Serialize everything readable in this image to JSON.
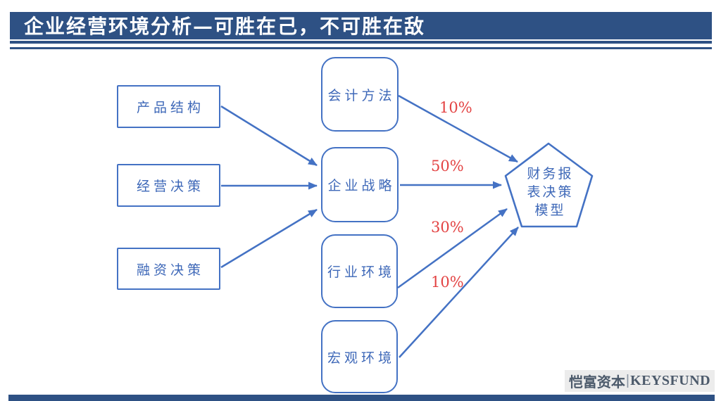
{
  "title": "企业经营环境分析—可胜在己，不可胜在敌",
  "diagram": {
    "left_nodes": [
      {
        "label": "产品结构"
      },
      {
        "label": "经营决策"
      },
      {
        "label": "融资决策"
      }
    ],
    "mid_nodes": [
      {
        "label": "会计方法"
      },
      {
        "label": "企业战略"
      },
      {
        "label": "行业环境"
      },
      {
        "label": "宏观环境"
      }
    ],
    "result_node": {
      "label": "财务报表决策模型",
      "lines": [
        "财务报",
        "表决策",
        "模型"
      ]
    },
    "edges": [
      {
        "from": "产品结构",
        "to": "企业战略",
        "weight": ""
      },
      {
        "from": "经营决策",
        "to": "企业战略",
        "weight": ""
      },
      {
        "from": "融资决策",
        "to": "企业战略",
        "weight": ""
      },
      {
        "from": "会计方法",
        "to": "财务报表决策模型",
        "weight": "10%"
      },
      {
        "from": "企业战略",
        "to": "财务报表决策模型",
        "weight": "50%"
      },
      {
        "from": "行业环境",
        "to": "财务报表决策模型",
        "weight": "30%"
      },
      {
        "from": "宏观环境",
        "to": "财务报表决策模型",
        "weight": "10%"
      }
    ]
  },
  "footer": {
    "logo_cn": "恺富资本",
    "logo_sep": "|",
    "logo_en": "KEYSFUND"
  },
  "colors": {
    "accent_blue": "#4472C4",
    "bar_blue": "#2E5184",
    "node_text_blue": "#3E68B8",
    "weight_red": "#E34343",
    "logo_gray": "#4C5A6B"
  }
}
